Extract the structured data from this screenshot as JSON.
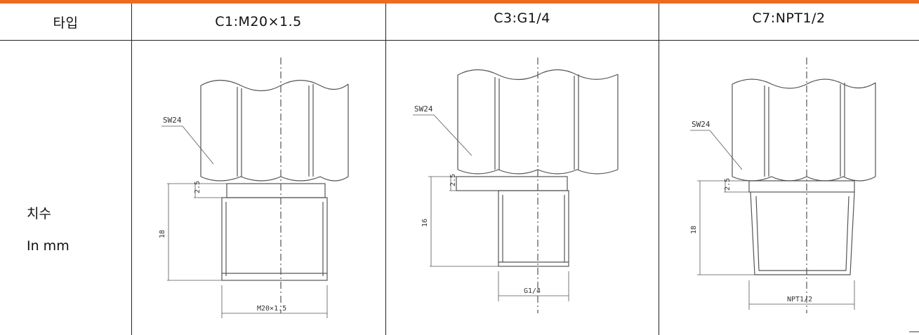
{
  "table": {
    "header": {
      "type_label": "타입",
      "columns": [
        "C1:M20×1.5",
        "C3:G1/4",
        "C7:NPT1/2"
      ]
    },
    "row_label_line1": "치수",
    "row_label_line2": "In mm"
  },
  "drawings": [
    {
      "name": "C1",
      "sw_label": "SW24",
      "dim_small": "2.5",
      "dim_length": "18",
      "thread_label": "M20×1.5"
    },
    {
      "name": "C3",
      "sw_label": "SW24",
      "dim_small": "2.5",
      "dim_length": "16",
      "thread_label": "G1/4"
    },
    {
      "name": "C7",
      "sw_label": "SW24",
      "dim_small": "2.5",
      "dim_length": "18",
      "thread_label": "NPT1/2"
    }
  ],
  "colors": {
    "accent_rule": "#ec6b1f",
    "line": "#222222",
    "drawing_stroke": "#555555"
  }
}
